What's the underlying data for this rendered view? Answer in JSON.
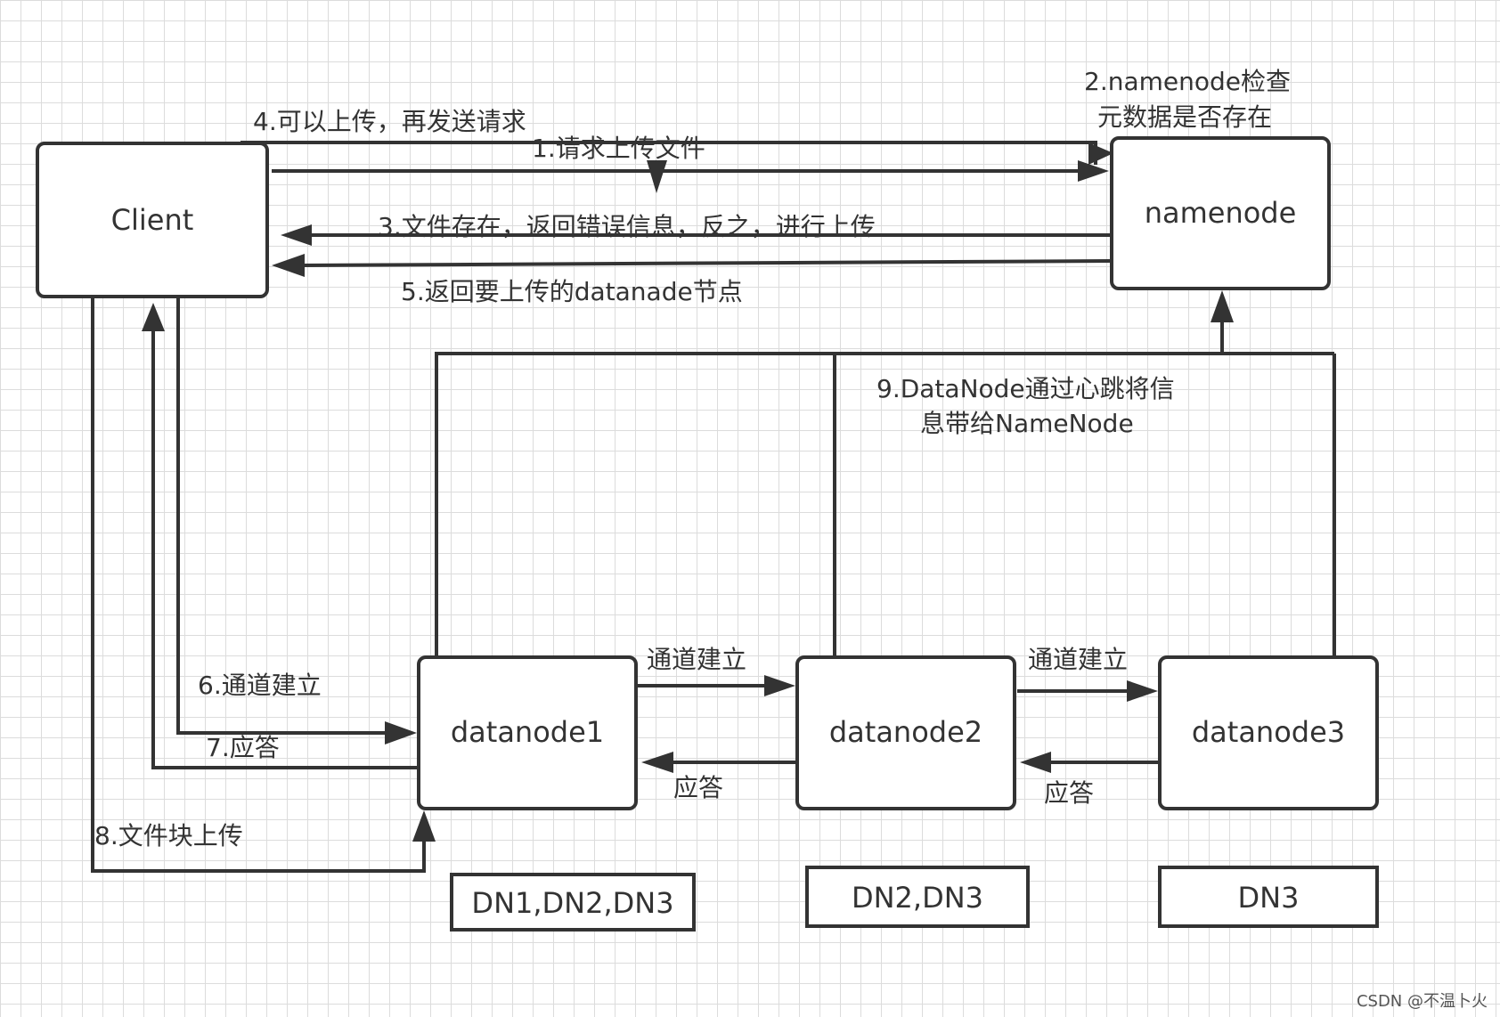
{
  "nodes": {
    "client": "Client",
    "namenode": "namenode",
    "datanode1": "datanode1",
    "datanode2": "datanode2",
    "datanode3": "datanode3"
  },
  "replicas": {
    "dn1": "DN1,DN2,DN3",
    "dn2": "DN2,DN3",
    "dn3": "DN3"
  },
  "edges": {
    "step1": "1.请求上传文件",
    "step2_line1": "2.namenode检查",
    "step2_line2": "元数据是否存在",
    "step3": "3.文件存在，返回错误信息，反之，进行上传",
    "step4": "4.可以上传，再发送请求",
    "step5": "5.返回要上传的datanade节点",
    "step6": "6.通道建立",
    "step7": "7.应答",
    "step8": "8.文件块上传",
    "step9_line1": "9.DataNode通过心跳将信",
    "step9_line2": "息带给NameNode",
    "pipeline_12": "通道建立",
    "pipeline_23": "通道建立",
    "ack_21": "应答",
    "ack_32": "应答"
  },
  "watermark": "CSDN @不温卜火"
}
